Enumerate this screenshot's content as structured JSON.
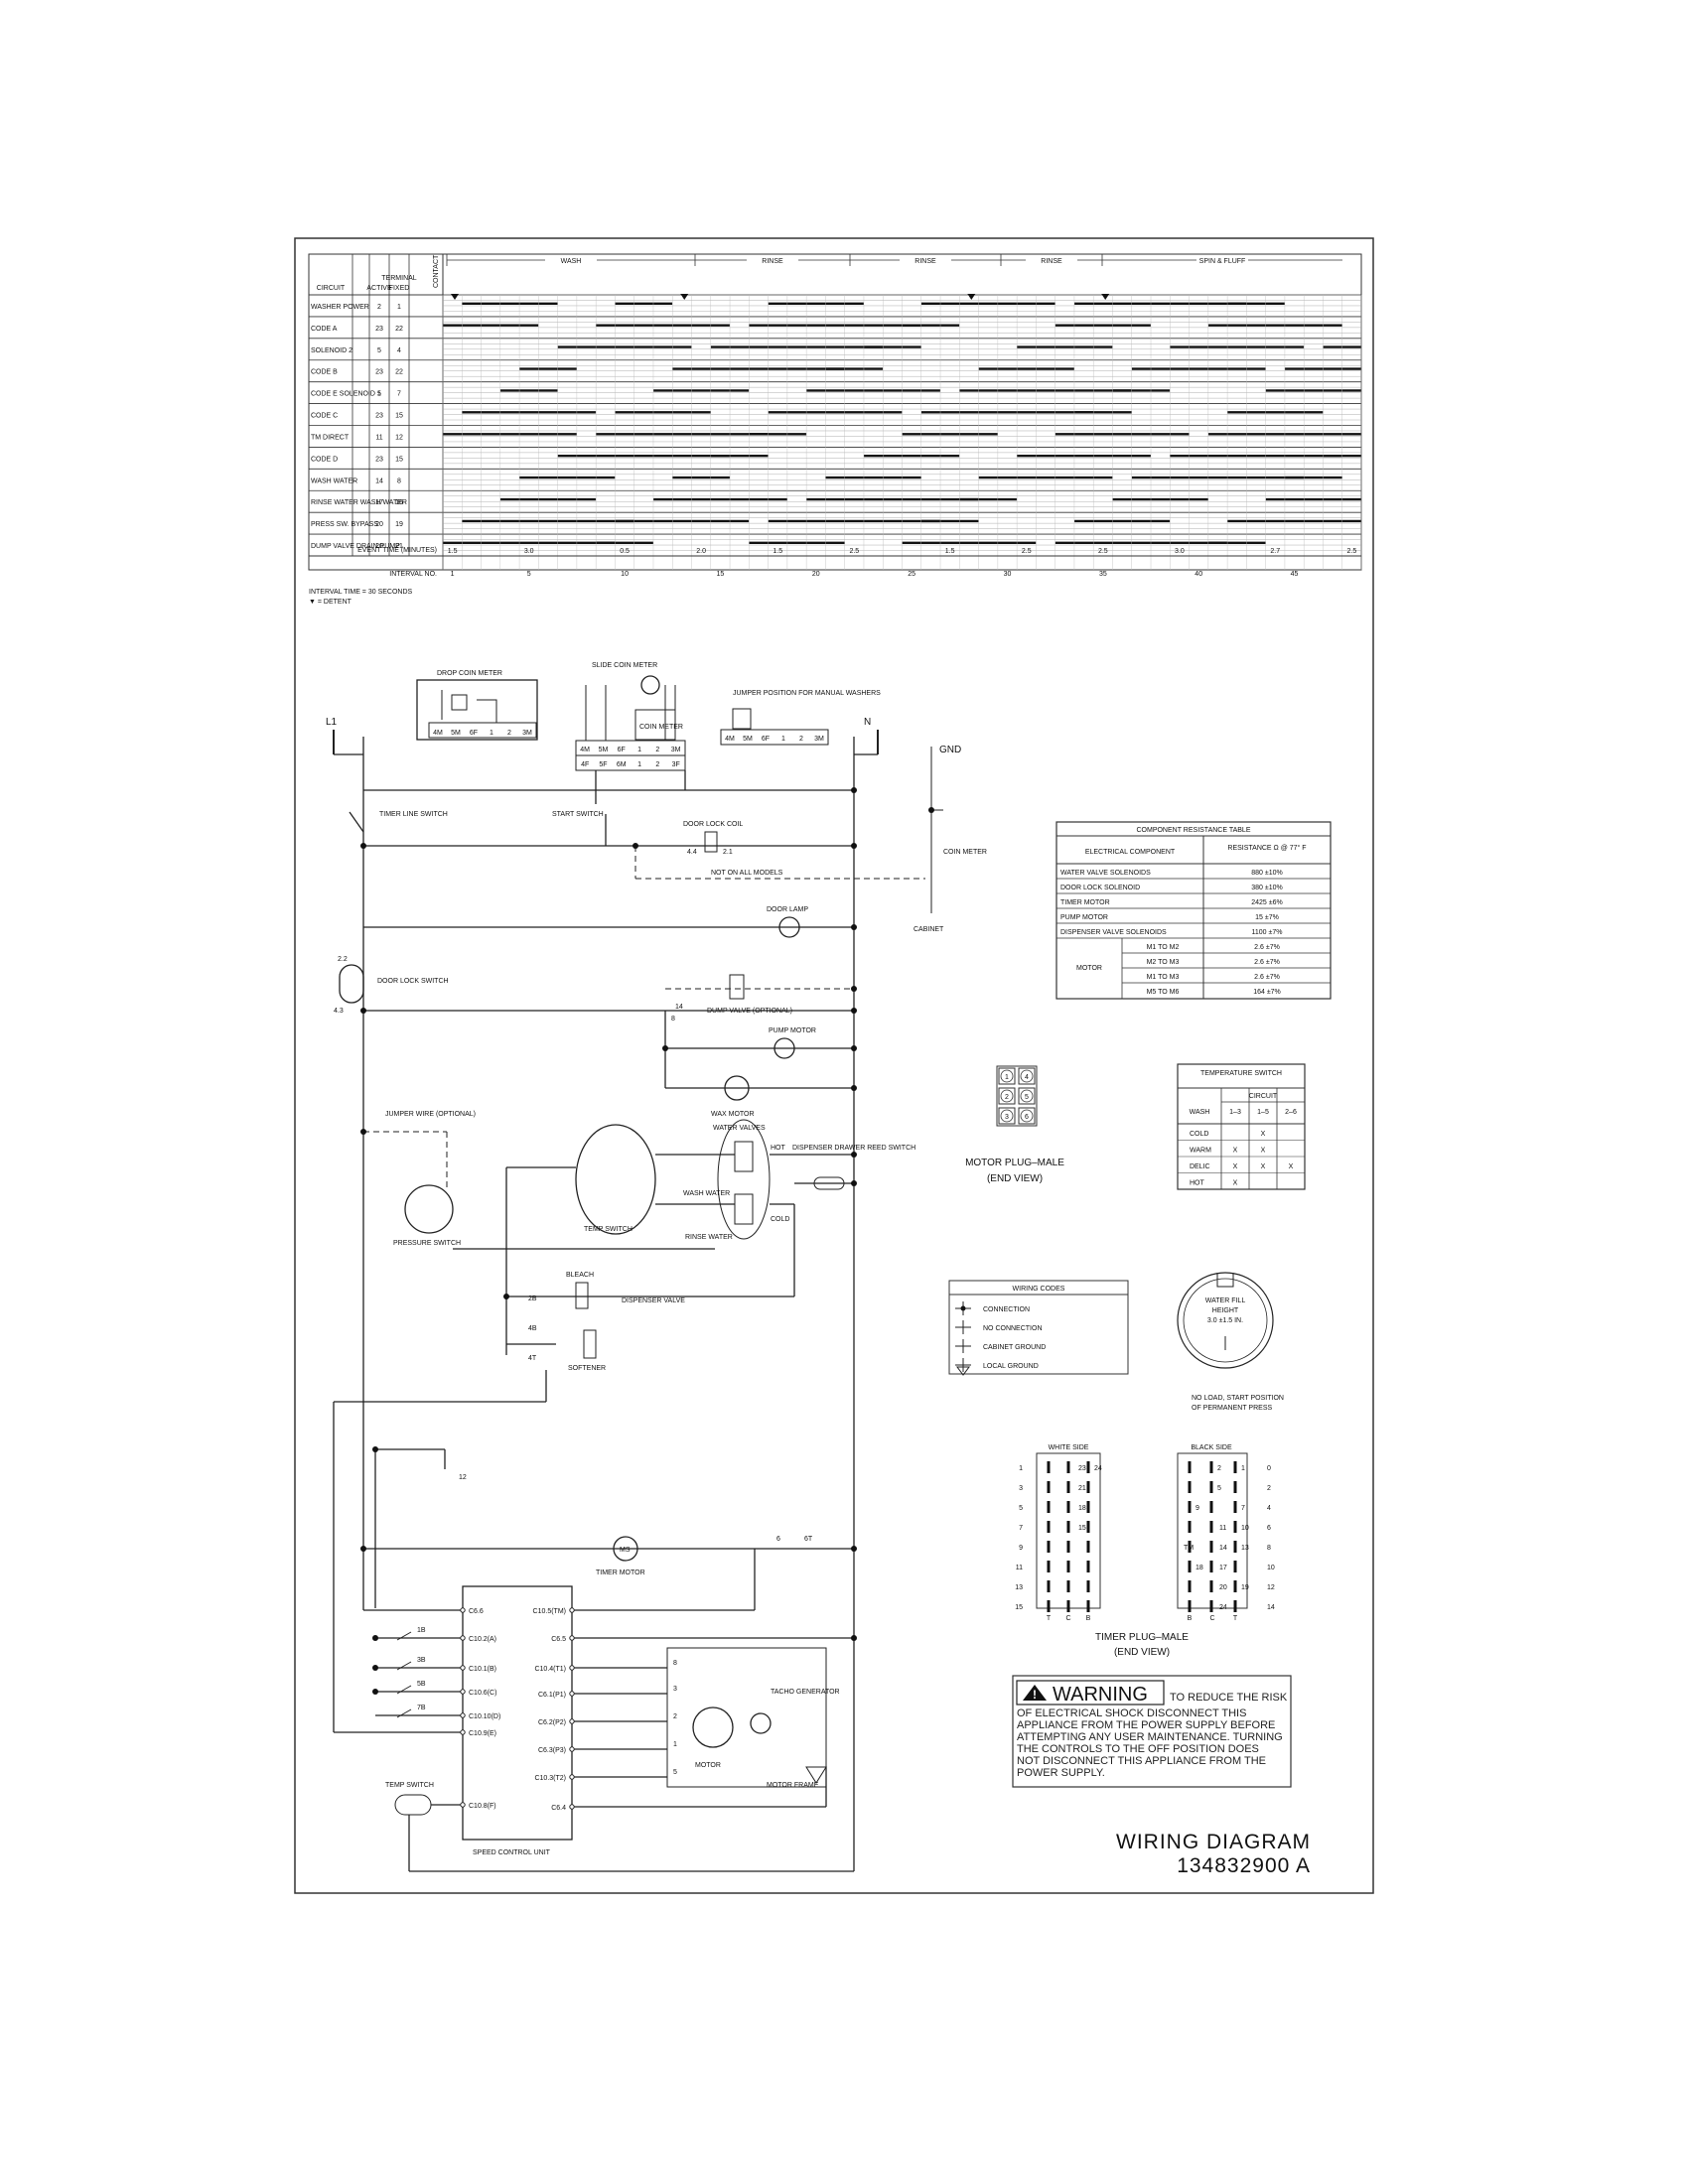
{
  "timer_chart": {
    "phases": [
      "WASH",
      "RINSE",
      "RINSE",
      "RINSE",
      "SPIN & FLUFF"
    ],
    "header": {
      "circuit": "CIRCUIT",
      "terminal": "TERMINAL",
      "active": "ACTIVE",
      "fixed": "FIXED",
      "contact": "CONTACT"
    },
    "circuits": [
      {
        "name": "WASHER POWER",
        "active": "2",
        "fixed": "1"
      },
      {
        "name": "CODE A",
        "active": "23",
        "fixed": "22"
      },
      {
        "name": "SOLENOID 2",
        "active": "5",
        "fixed": "4"
      },
      {
        "name": "CODE B",
        "active": "23",
        "fixed": "22"
      },
      {
        "name": "CODE E SOLENOID 1",
        "active": "5",
        "fixed": "7"
      },
      {
        "name": "CODE C",
        "active": "23",
        "fixed": "15"
      },
      {
        "name": "TM DIRECT",
        "active": "11",
        "fixed": "12"
      },
      {
        "name": "CODE D",
        "active": "23",
        "fixed": "15"
      },
      {
        "name": "WASH WATER",
        "active": "14",
        "fixed": "8"
      },
      {
        "name": "RINSE WATER WASH WATER",
        "active": "17",
        "fixed": "16"
      },
      {
        "name": "PRESS SW. BYPASS",
        "active": "20",
        "fixed": "19"
      },
      {
        "name": "DUMP VALVE DRAIN PUMP",
        "active": "20",
        "fixed": "21"
      }
    ],
    "event_time_label": "EVENT TIME (MINUTES)",
    "interval_no_label": "INTERVAL NO.",
    "interval_numbers": [
      "1",
      "5",
      "10",
      "15",
      "20",
      "25",
      "30",
      "35",
      "40",
      "45"
    ],
    "event_times": [
      "1.5",
      "3.0",
      "0.5",
      "2.0",
      "1.5",
      "2.5",
      "1.5",
      "2.5",
      "2.5",
      "3.0",
      "2.7",
      "2.5"
    ],
    "interval_time_note": "INTERVAL TIME = 30 SECONDS",
    "detent_note": "▼ = DETENT"
  },
  "schematic": {
    "l1": "L1",
    "n": "N",
    "gnd": "GND",
    "drop_coin_meter": "DROP COIN METER",
    "slide_coin_meter": "SLIDE COIN METER",
    "coin_meter": "COIN METER",
    "jumper_position": "JUMPER POSITION FOR MANUAL WASHERS",
    "terminal_strip_a": [
      "4M",
      "5M",
      "6F",
      "1",
      "2",
      "3M"
    ],
    "terminal_strip_b": [
      "4F",
      "5F",
      "6M",
      "1",
      "2",
      "3F"
    ],
    "timer_line_switch": "TIMER LINE SWITCH",
    "start_switch": "START SWITCH",
    "door_lock_coil": "DOOR LOCK COIL",
    "not_on_all_models": "NOT ON ALL MODELS",
    "cabinet": "CABINET",
    "door_lamp": "DOOR LAMP",
    "door_lock_switch": "DOOR LOCK SWITCH",
    "dump_valve": "DUMP VALVE (OPTIONAL)",
    "pump_motor": "PUMP MOTOR",
    "wax_motor": "WAX MOTOR",
    "jumper_wire": "JUMPER WIRE (OPTIONAL)",
    "water_valves": "WATER VALVES",
    "hot": "HOT",
    "cold": "COLD",
    "dispenser_drawer": "DISPENSER DRAWER REED SWITCH",
    "wash_water": "WASH WATER",
    "rinse_water": "RINSE WATER",
    "temp_switch": "TEMP SWITCH",
    "pressure_switch": "PRESSURE SWITCH",
    "bleach": "BLEACH",
    "softener": "SOFTENER",
    "dispenser_valve": "DISPENSER VALVE",
    "timer_motor": "TIMER MOTOR",
    "ms": "MS",
    "speed_control_unit": "SPEED CONTROL UNIT",
    "motor": "MOTOR",
    "tacho_generator": "TACHO GENERATOR",
    "motor_frame": "MOTOR FRAME",
    "temp_switch_bottom": "TEMP SWITCH",
    "scu_left": [
      "C6.6",
      "C10.2(A)",
      "C10.1(B)",
      "C10.6(C)",
      "C10.10(D)",
      "C10.9(E)",
      "C10.8(F)"
    ],
    "scu_right": [
      "C10.5(TM)",
      "C6.5",
      "C10.4(T1)",
      "C6.1(P1)",
      "C6.2(P2)",
      "C6.3(P3)",
      "C10.3(T2)",
      "C6.4"
    ],
    "switch_numbers": [
      "1B",
      "3B",
      "5B",
      "7B"
    ],
    "pin_numbers": [
      "4.4",
      "2.1",
      "2.2",
      "4.3",
      "14",
      "8",
      "6T",
      "6",
      "12",
      "2B",
      "4B",
      "4T"
    ]
  },
  "resistance_table": {
    "title": "COMPONENT RESISTANCE TABLE",
    "col_component": "ELECTRICAL COMPONENT",
    "col_resistance": "RESISTANCE Ω @ 77° F",
    "rows": [
      {
        "component": "WATER VALVE SOLENOIDS",
        "value": "880 ±10%"
      },
      {
        "component": "DOOR LOCK SOLENOID",
        "value": "380 ±10%"
      },
      {
        "component": "TIMER MOTOR",
        "value": "2425 ±6%"
      },
      {
        "component": "PUMP MOTOR",
        "value": "15 ±7%"
      },
      {
        "component": "DISPENSER VALVE SOLENOIDS",
        "value": "1100 ±7%"
      }
    ],
    "motor_label": "MOTOR",
    "motor_rows": [
      {
        "pair": "M1 TO M2",
        "value": "2.6 ±7%"
      },
      {
        "pair": "M2 TO M3",
        "value": "2.6 ±7%"
      },
      {
        "pair": "M1 TO M3",
        "value": "2.6 ±7%"
      },
      {
        "pair": "M5 TO M6",
        "value": "164 ±7%"
      }
    ]
  },
  "motor_plug": {
    "pins": [
      "1",
      "4",
      "2",
      "5",
      "3",
      "6"
    ],
    "label": "MOTOR PLUG–MALE",
    "sublabel": "(END VIEW)"
  },
  "temperature_switch": {
    "title": "TEMPERATURE SWITCH",
    "circuit": "CIRCUIT",
    "wash": "WASH",
    "cols": [
      "1–3",
      "1–5",
      "2–6"
    ],
    "rows": [
      {
        "name": "COLD",
        "marks": [
          "",
          "X",
          ""
        ]
      },
      {
        "name": "WARM",
        "marks": [
          "X",
          "X",
          ""
        ]
      },
      {
        "name": "DELIC",
        "marks": [
          "X",
          "X",
          "X"
        ]
      },
      {
        "name": "HOT",
        "marks": [
          "X",
          "",
          ""
        ]
      }
    ]
  },
  "wiring_codes": {
    "title": "WIRING CODES",
    "items": [
      "CONNECTION",
      "NO CONNECTION",
      "CABINET GROUND",
      "LOCAL GROUND"
    ]
  },
  "water_fill": {
    "label1": "WATER FILL",
    "label2": "HEIGHT",
    "label3": "3.0 ±1.5 IN.",
    "caption1": "NO LOAD, START POSITION",
    "caption2": "OF PERMANENT PRESS"
  },
  "timer_plug": {
    "white_side": "WHITE SIDE",
    "black_side": "BLACK SIDE",
    "left_numbers": [
      "1",
      "3",
      "5",
      "7",
      "9",
      "11",
      "13",
      "15"
    ],
    "right_numbers": [
      "0",
      "2",
      "4",
      "6",
      "8",
      "10",
      "12",
      "14"
    ],
    "white_pins": [
      "23",
      "24",
      "21",
      "18",
      "15"
    ],
    "black_pins": [
      "2",
      "1",
      "5",
      "9",
      "7",
      "11",
      "10",
      "14",
      "13",
      "18",
      "17",
      "20",
      "19",
      "24",
      "TM"
    ],
    "bottom_white": [
      "T",
      "C",
      "B"
    ],
    "bottom_black": [
      "B",
      "C",
      "T"
    ],
    "label": "TIMER PLUG–MALE",
    "sublabel": "(END VIEW)"
  },
  "warning": {
    "badge": "WARNING",
    "lines": [
      "TO REDUCE THE RISK",
      "OF ELECTRICAL SHOCK DISCONNECT THIS",
      "APPLIANCE FROM THE POWER SUPPLY BEFORE",
      "ATTEMPTING ANY USER MAINTENANCE. TURNING",
      "THE CONTROLS TO THE OFF POSITION DOES",
      "NOT DISCONNECT THIS APPLIANCE FROM THE",
      "POWER SUPPLY."
    ]
  },
  "title_block": {
    "title": "WIRING DIAGRAM",
    "number": "134832900 A"
  }
}
